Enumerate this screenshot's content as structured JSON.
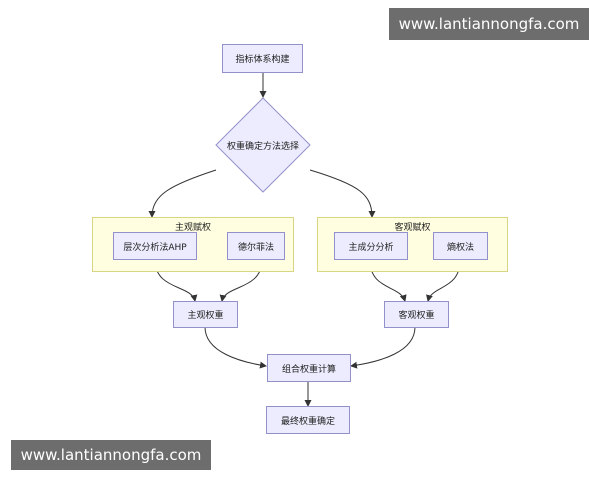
{
  "watermark": {
    "text": "www.lantiannongfa.com"
  },
  "nodes": {
    "start": "指标体系构建",
    "decision": "权重确定方法选择",
    "subjective_group": "主观赋权",
    "objective_group": "客观赋权",
    "ahp": "层次分析法AHP",
    "delphi": "德尔菲法",
    "pca": "主成分分析",
    "entropy": "熵权法",
    "subjective_weight": "主观权重",
    "objective_weight": "客观权重",
    "combined": "组合权重计算",
    "final": "最终权重确定"
  },
  "colors": {
    "node_fill": "#ececfe",
    "node_border": "#9391c9",
    "group_fill": "#fffee0",
    "group_border": "#d8d685",
    "edge": "#333333",
    "watermark_bg": "#6d6d6d"
  }
}
